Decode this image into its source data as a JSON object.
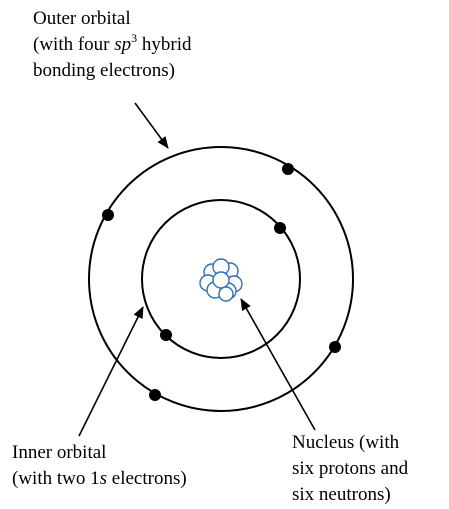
{
  "labels": {
    "outer": {
      "line1": "Outer orbital",
      "line2_prefix": "(with four ",
      "line2_sp": "sp",
      "line2_sup": "3",
      "line2_suffix": " hybrid",
      "line3": "bonding electrons)"
    },
    "inner": {
      "line1": "Inner orbital",
      "line2_prefix": "(with two 1",
      "line2_s": "s",
      "line2_suffix": " electrons)"
    },
    "nucleus": {
      "line1": "Nucleus (with",
      "line2": "six protons and",
      "line3": "six neutrons)"
    }
  },
  "colors": {
    "line": "#000000",
    "electron": "#000000",
    "nucleon_stroke": "#2f6fb6",
    "nucleon_fill": "#ffffff"
  }
}
